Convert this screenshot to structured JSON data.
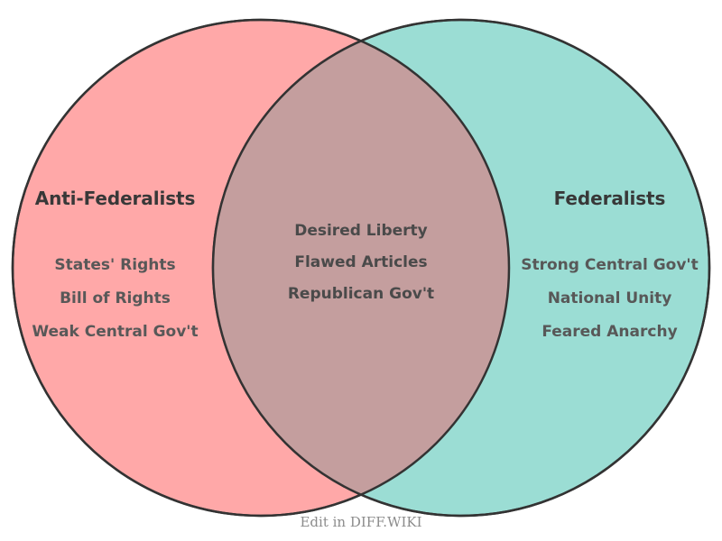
{
  "diagram": {
    "type": "venn-2-set",
    "background_color": "#ffffff",
    "stroke_color": "#333333",
    "left_set": {
      "title": "Anti-Federalists",
      "fill_color": "#FFA8A8",
      "items": [
        "States' Rights",
        "Bill of Rights",
        "Weak Central Gov't"
      ]
    },
    "right_set": {
      "title": "Federalists",
      "fill_color": "#9BDDD4",
      "items": [
        "Strong Central Gov't",
        "National Unity",
        "Feared Anarchy"
      ]
    },
    "intersection": {
      "fill_color": "#C49E9E",
      "items": [
        "Desired Liberty",
        "Flawed Articles",
        "Republican Gov't"
      ]
    }
  },
  "footer": {
    "credit": "Edit in DIFF.WIKI"
  }
}
